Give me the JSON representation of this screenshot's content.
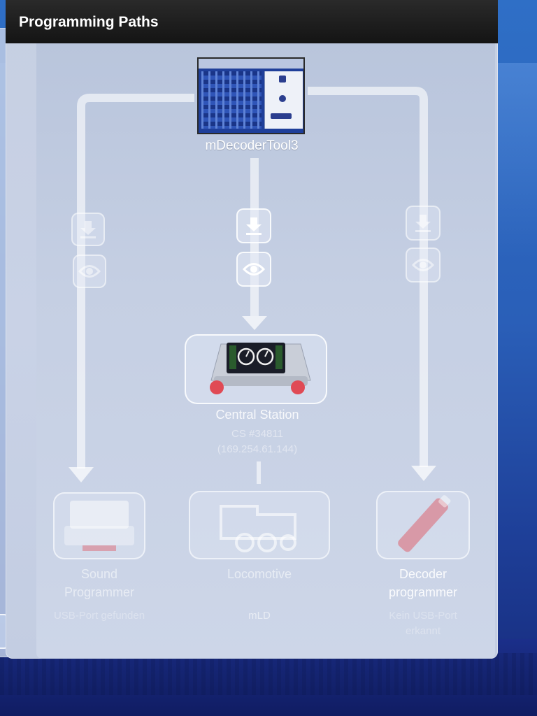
{
  "panel": {
    "title": "Programming Paths"
  },
  "tool": {
    "label": "mDecoderTool3"
  },
  "central_station": {
    "label": "Central Station",
    "model": "CS #34811",
    "address": "(169.254.61.144)"
  },
  "targets": [
    {
      "label_line1": "Sound",
      "label_line2": "Programmer",
      "sub_line1": "USB-Port gefunden",
      "sub_line2": ""
    },
    {
      "label_line1": "Locomotive",
      "label_line2": "",
      "sub_line1": "mLD",
      "sub_line2": ""
    },
    {
      "label_line1": "Decoder",
      "label_line2": "programmer",
      "sub_line1": "Kein USB-Port",
      "sub_line2": "erkannt"
    }
  ],
  "icons": {
    "write": "download-arrow-icon",
    "read": "eye-icon"
  },
  "colors": {
    "header_bg": "#141414",
    "accent_red": "#e04a55",
    "thumb_blue": "#1f3f9a"
  }
}
